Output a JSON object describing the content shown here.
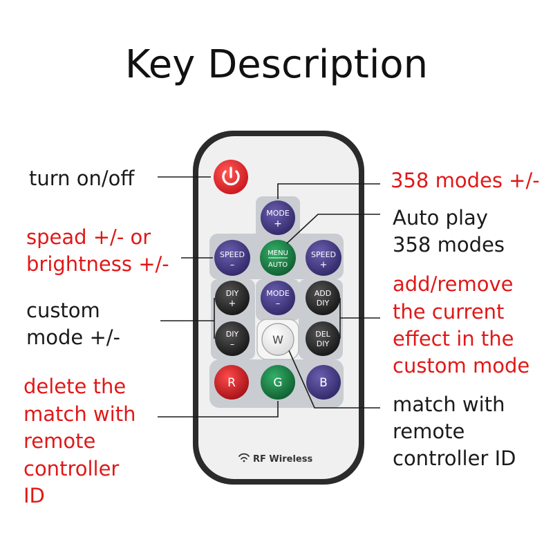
{
  "title": "Key Description",
  "labels": {
    "power": "turn on/off",
    "modes_line1": "358 modes +/-",
    "autoplay_line1": "Auto play",
    "autoplay_line2": "358 modes",
    "speed_line1": "spead +/- or",
    "speed_line2": "brightness +/-",
    "custom_line1": "custom",
    "custom_line2": "mode +/-",
    "addremove_line1": "add/remove",
    "addremove_line2": "the current",
    "addremove_line3": "effect in the",
    "addremove_line4": "custom mode",
    "delete_line1": "delete the",
    "delete_line2": "match with",
    "delete_line3": "remote",
    "delete_line4": "controller",
    "delete_line5": "ID",
    "match_line1": "match with",
    "match_line2": "remote",
    "match_line3": "controller ID"
  },
  "buttons": {
    "mode_top": "MODE",
    "mode_plus": "+",
    "speed_left": "SPEED",
    "speed_minus": "–",
    "menu": "MENU",
    "auto": "AUTO",
    "speed_right": "SPEED",
    "speed_plus": "+",
    "diy_top": "DIY",
    "diy_plus": "+",
    "mode_bottom": "MODE",
    "mode_minus": "–",
    "add": "ADD",
    "add_diy": "DIY",
    "diy_bottom": "DIY",
    "diy_minus": "–",
    "w": "W",
    "del": "DEL",
    "del_diy": "DIY",
    "r": "R",
    "g": "G",
    "b": "B"
  },
  "brand": "RF Wireless",
  "colors": {
    "annotation_red": "#e01818",
    "power_red": "#e3222a",
    "purple": "#4a3f88",
    "green": "#1e8a4a",
    "red_button": "#d0212b",
    "dark": "#2a2a2a"
  }
}
